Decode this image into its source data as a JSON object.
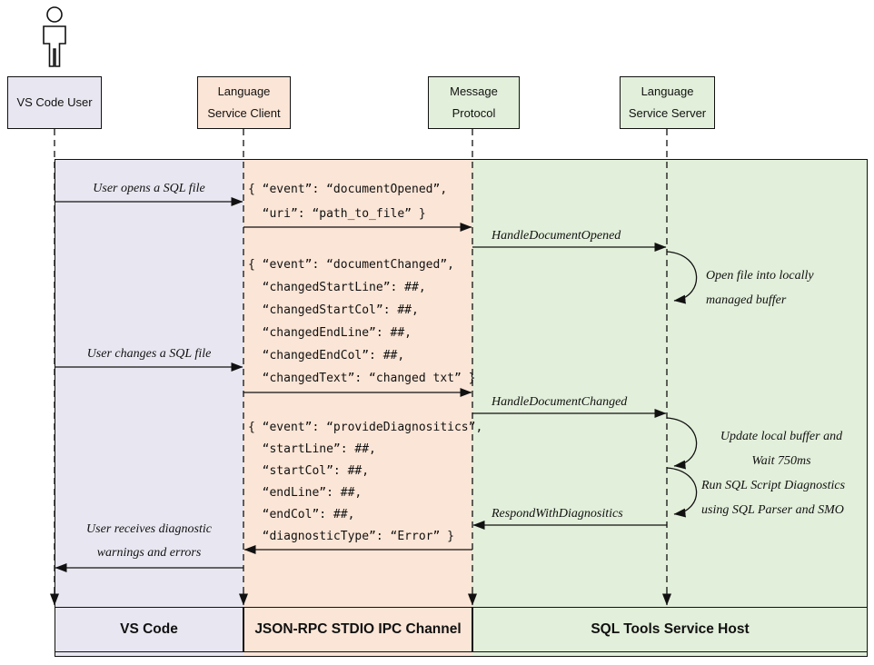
{
  "header": {
    "actors": [
      {
        "lines": [
          "VS Code User"
        ]
      },
      {
        "lines": [
          "Language",
          "Service Client"
        ]
      },
      {
        "lines": [
          "Message",
          "Protocol"
        ]
      },
      {
        "lines": [
          "Language",
          "Service Server"
        ]
      }
    ]
  },
  "messages": {
    "user_opens_sql": "User opens a SQL file",
    "document_opened_json": [
      "{ “event”: “documentOpened”,",
      "  “uri”: “path_to_file” }"
    ],
    "handle_document_opened": "HandleDocumentOpened",
    "note_open_file": [
      "Open file into locally",
      "managed buffer"
    ],
    "document_changed_json": [
      "{ “event”: “documentChanged”,",
      "  “changedStartLine”: ##,",
      "  “changedStartCol”: ##,",
      "  “changedEndLine”: ##,",
      "  “changedEndCol”: ##,",
      "  “changedText”: “changed txt” }"
    ],
    "user_changes_sql": "User changes a SQL file",
    "handle_document_changed": "HandleDocumentChanged",
    "note_update_buffer": [
      "Update local buffer and",
      "Wait 750ms"
    ],
    "provide_diagnostics_json": [
      "{ “event”: “provideDiagnositics”,",
      "  “startLine”: ##,",
      "  “startCol”: ##,",
      "  “endLine”: ##,",
      "  “endCol”: ##,",
      "  “diagnosticType”: “Error” }"
    ],
    "note_run_diagnostics": [
      "Run SQL Script Diagnostics",
      "using SQL Parser and SMO"
    ],
    "respond_with_diagnostics": "RespondWithDiagnositics",
    "user_receives": [
      "User receives diagnostic",
      "warnings and errors"
    ]
  },
  "footer": {
    "lanes": [
      {
        "label": "VS Code"
      },
      {
        "label": "JSON-RPC STDIO IPC Channel"
      },
      {
        "label": "SQL Tools Service Host"
      }
    ]
  },
  "colors": {
    "lavender": "#e8e7f1",
    "peach": "#fbe5d6",
    "green": "#e2efda",
    "ink": "#111111"
  }
}
